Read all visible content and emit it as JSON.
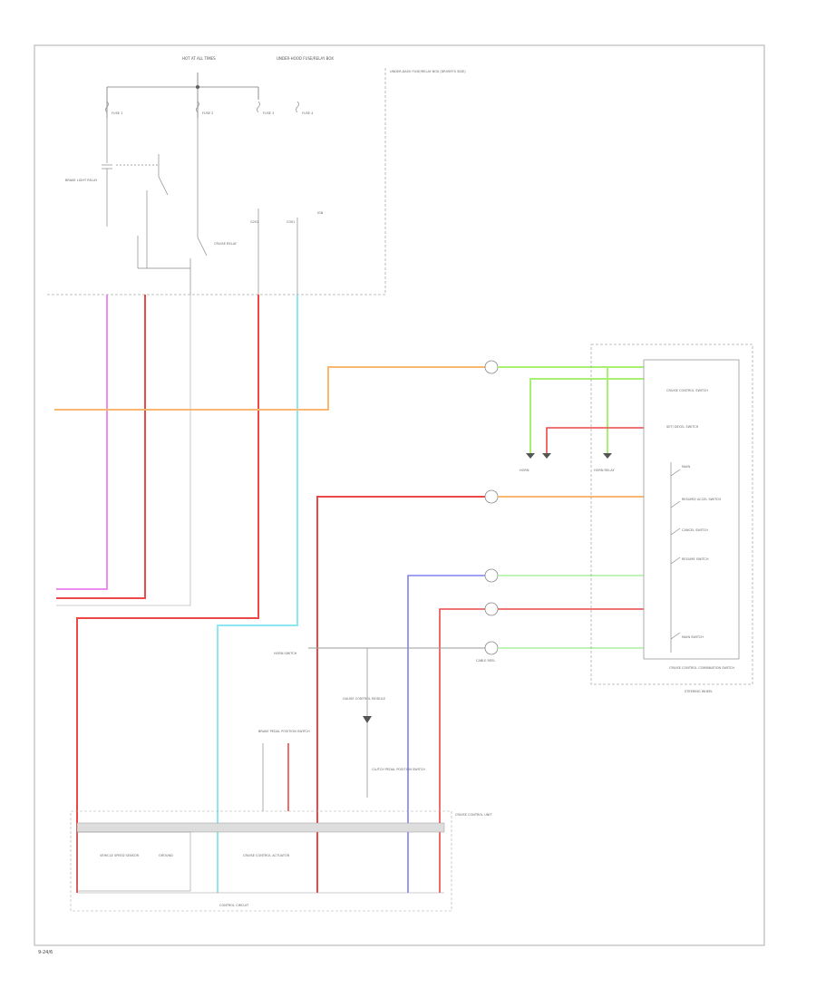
{
  "diagram": {
    "footer_code": "9-24/6",
    "top_labels": {
      "hot_at": "HOT AT ALL TIMES",
      "fuse_box": "UNDER-HOOD FUSE/RELAY BOX",
      "fuse_box_note": "UNDER-DASH FUSE/RELAY BOX (DRIVER'S SIDE)",
      "fuse_a": "FUSE 1",
      "fuse_b": "FUSE 2",
      "fuse_c": "FUSE 3",
      "fuse_d": "FUSE 4",
      "relay_left": "BRAKE LIGHT RELAY",
      "relay_mid": "CRUISE RELAY",
      "ground_a": "G201",
      "ground_b": "G301",
      "ign": "IGN"
    },
    "right_labels": {
      "cruise_switch": "CRUISE CONTROL SWITCH",
      "set_switch": "SET/ DECEL SWITCH",
      "main": "MAIN",
      "resume": "RESUME/ ACCEL SWITCH",
      "cancel": "CANCEL SWITCH",
      "resume_switch": "RESUME SWITCH",
      "main_switch": "MAIN SWITCH",
      "steering_box": "CRUISE CONTROL COMBINATION SWITCH",
      "steering_wheel": "STEERING WHEEL",
      "cable_reel": "CABLE REEL",
      "horn": "HORN",
      "horn_relay": "HORN RELAY",
      "horn_switch": "HORN SWITCH"
    },
    "bottom_labels": {
      "brake_switch": "BRAKE PEDAL POSITION SWITCH",
      "clutch": "CLUTCH PEDAL POSITION SWITCH",
      "speed": "VEHICLE SPEED SENSOR",
      "control_unit": "CRUISE CONTROL UNIT",
      "control_circuit": "CONTROL CIRCUIT",
      "ground": "GROUND",
      "actuator": "CRUISE CONTROL ACTUATOR",
      "gauge": "GAUGE CONTROL MODULE"
    }
  }
}
